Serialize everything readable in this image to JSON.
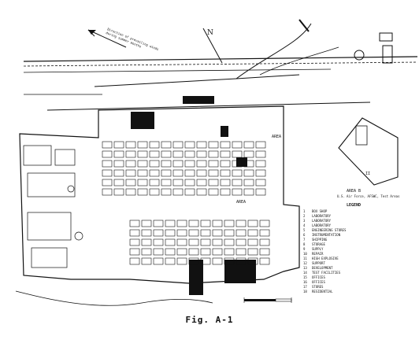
{
  "figure": {
    "caption": "Fig. A-1"
  },
  "map": {
    "direction_note_lines": [
      "Direction of prevailing winds",
      "during summer months"
    ],
    "north_label": "N",
    "area_label": "AREA",
    "area_label_mid": "AREA",
    "area_numeral": "II",
    "area_b_label": "AREA B",
    "area_b_subtitle": "U.S. Air Force, AFSWC, Test Areas",
    "legend": {
      "title": "LEGEND",
      "items": [
        "BOX SHOP",
        "LABORATORY",
        "LABORATORY",
        "LABORATORY",
        "ENGINEERING STORES",
        "INSTRUMENTATION",
        "SHIPPING",
        "STORAGE",
        "SUPPLY",
        "REPAIR",
        "HIGH EXPLOSIVE",
        "SUPPORT",
        "DEVELOPMENT",
        "TEST FACILITIES",
        "OFFICES",
        "OFFICES",
        "STORES",
        "RESIDENTIAL"
      ]
    },
    "colors": {
      "ink": "#111111",
      "paper": "#ffffff"
    }
  }
}
